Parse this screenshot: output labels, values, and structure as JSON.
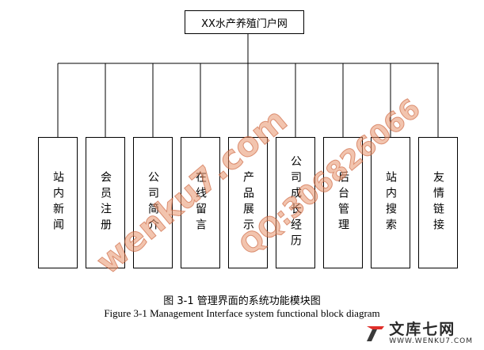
{
  "diagram": {
    "root_label": "XX水产养殖门户网",
    "modules": [
      {
        "label": "站内新闻"
      },
      {
        "label": "会员注册"
      },
      {
        "label": "公司简介"
      },
      {
        "label": "在线留言"
      },
      {
        "label": "产品展示"
      },
      {
        "label": "公司成长经历"
      },
      {
        "label": "后台管理"
      },
      {
        "label": "站内搜索"
      },
      {
        "label": "友情链接"
      }
    ]
  },
  "caption": {
    "chinese": "图 3-1  管理界面的系统功能模块图",
    "english": "Figure 3-1 Management Interface system functional block diagram"
  },
  "watermark": {
    "text1": "wenku7.com",
    "text2": "QQ:306826066"
  },
  "logo": {
    "name": "文库七网",
    "url": "WWW.WENKU7.COM",
    "colors": {
      "mark_primary": "#e0302b",
      "mark_secondary": "#3a3a3a"
    }
  }
}
